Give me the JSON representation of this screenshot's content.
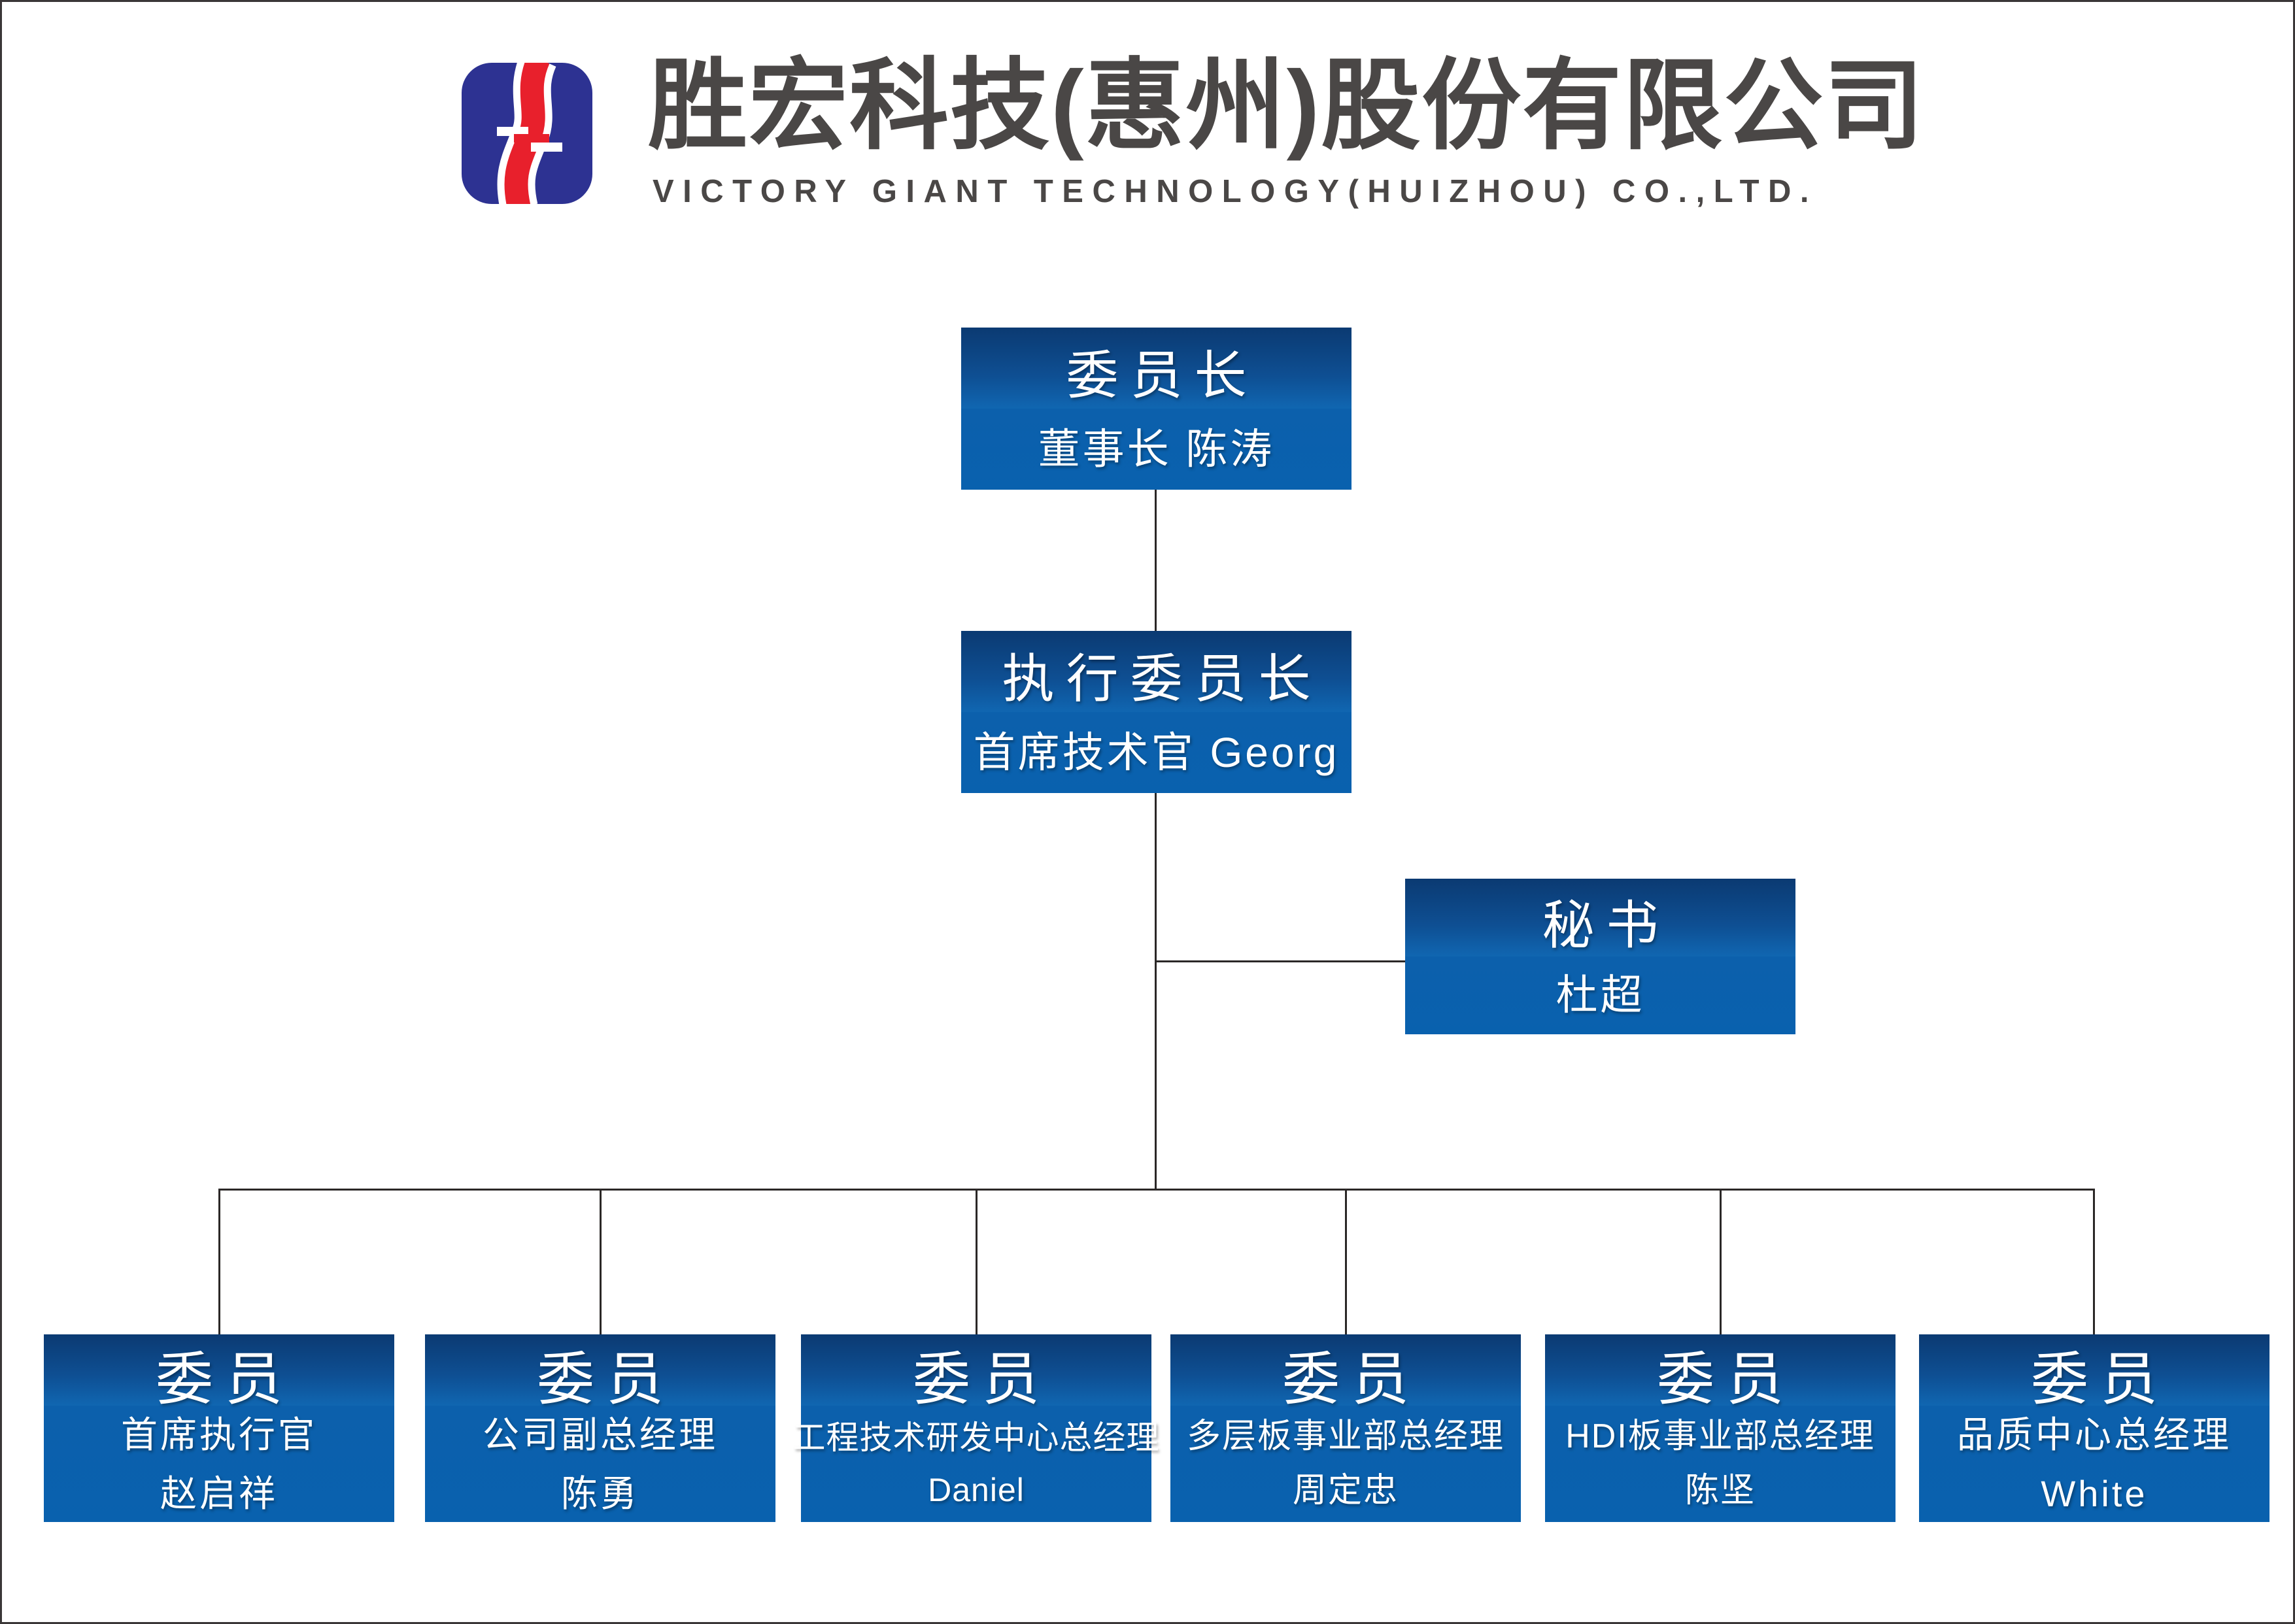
{
  "header": {
    "company_name_zh": "胜宏科技(惠州)股份有限公司",
    "company_name_en": "VICTORY GIANT TECHNOLOGY(HUIZHOU) CO.,LTD."
  },
  "org_chart": {
    "chairman": {
      "title": "委员长",
      "subtitle": "董事长 陈涛"
    },
    "executive_chairman": {
      "title": "执行委员长",
      "subtitle": "首席技术官 Georg"
    },
    "secretary": {
      "title": "秘书",
      "subtitle": "杜超"
    },
    "members": [
      {
        "title": "委员",
        "lines": [
          "首席执行官",
          "赵启祥"
        ]
      },
      {
        "title": "委员",
        "lines": [
          "公司副总经理",
          "陈勇"
        ]
      },
      {
        "title": "委员",
        "lines": [
          "工程技术研发中心总经理",
          "Daniel"
        ]
      },
      {
        "title": "委员",
        "lines": [
          "多层板事业部总经理",
          "周定忠"
        ]
      },
      {
        "title": "委员",
        "lines": [
          "HDI板事业部总经理",
          "陈坚"
        ]
      },
      {
        "title": "委员",
        "lines": [
          "品质中心总经理",
          "White"
        ]
      }
    ]
  },
  "colors": {
    "box_gradient_top": "#0b3a72",
    "box_gradient_bottom": "#0961ae",
    "logo_blue": "#2d3292",
    "logo_red": "#e8202c",
    "heading_gray": "#4a4746",
    "connector_line": "#2b2827"
  }
}
